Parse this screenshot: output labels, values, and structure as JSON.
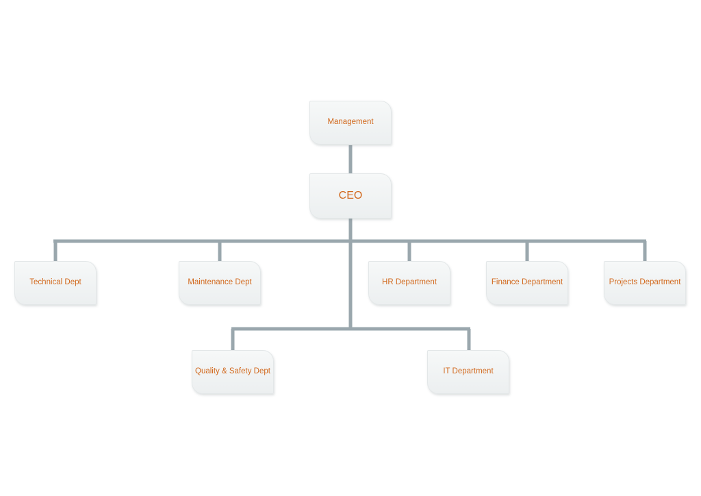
{
  "colors": {
    "connector": "#9aa7ad",
    "node_text": "#d2691e",
    "node_fill": "#eef1f2"
  },
  "nodes": {
    "management": "Management",
    "ceo": "CEO",
    "technical": "Technical Dept",
    "maintenance": "Maintenance Dept",
    "hr": "HR Department",
    "finance": "Finance Department",
    "projects": "Projects Department",
    "quality_safety": "Quality & Safety Dept",
    "it": "IT Department"
  },
  "edges": [
    [
      "management",
      "ceo"
    ],
    [
      "ceo",
      "technical"
    ],
    [
      "ceo",
      "maintenance"
    ],
    [
      "ceo",
      "hr"
    ],
    [
      "ceo",
      "finance"
    ],
    [
      "ceo",
      "projects"
    ],
    [
      "ceo",
      "quality_safety"
    ],
    [
      "ceo",
      "it"
    ]
  ]
}
